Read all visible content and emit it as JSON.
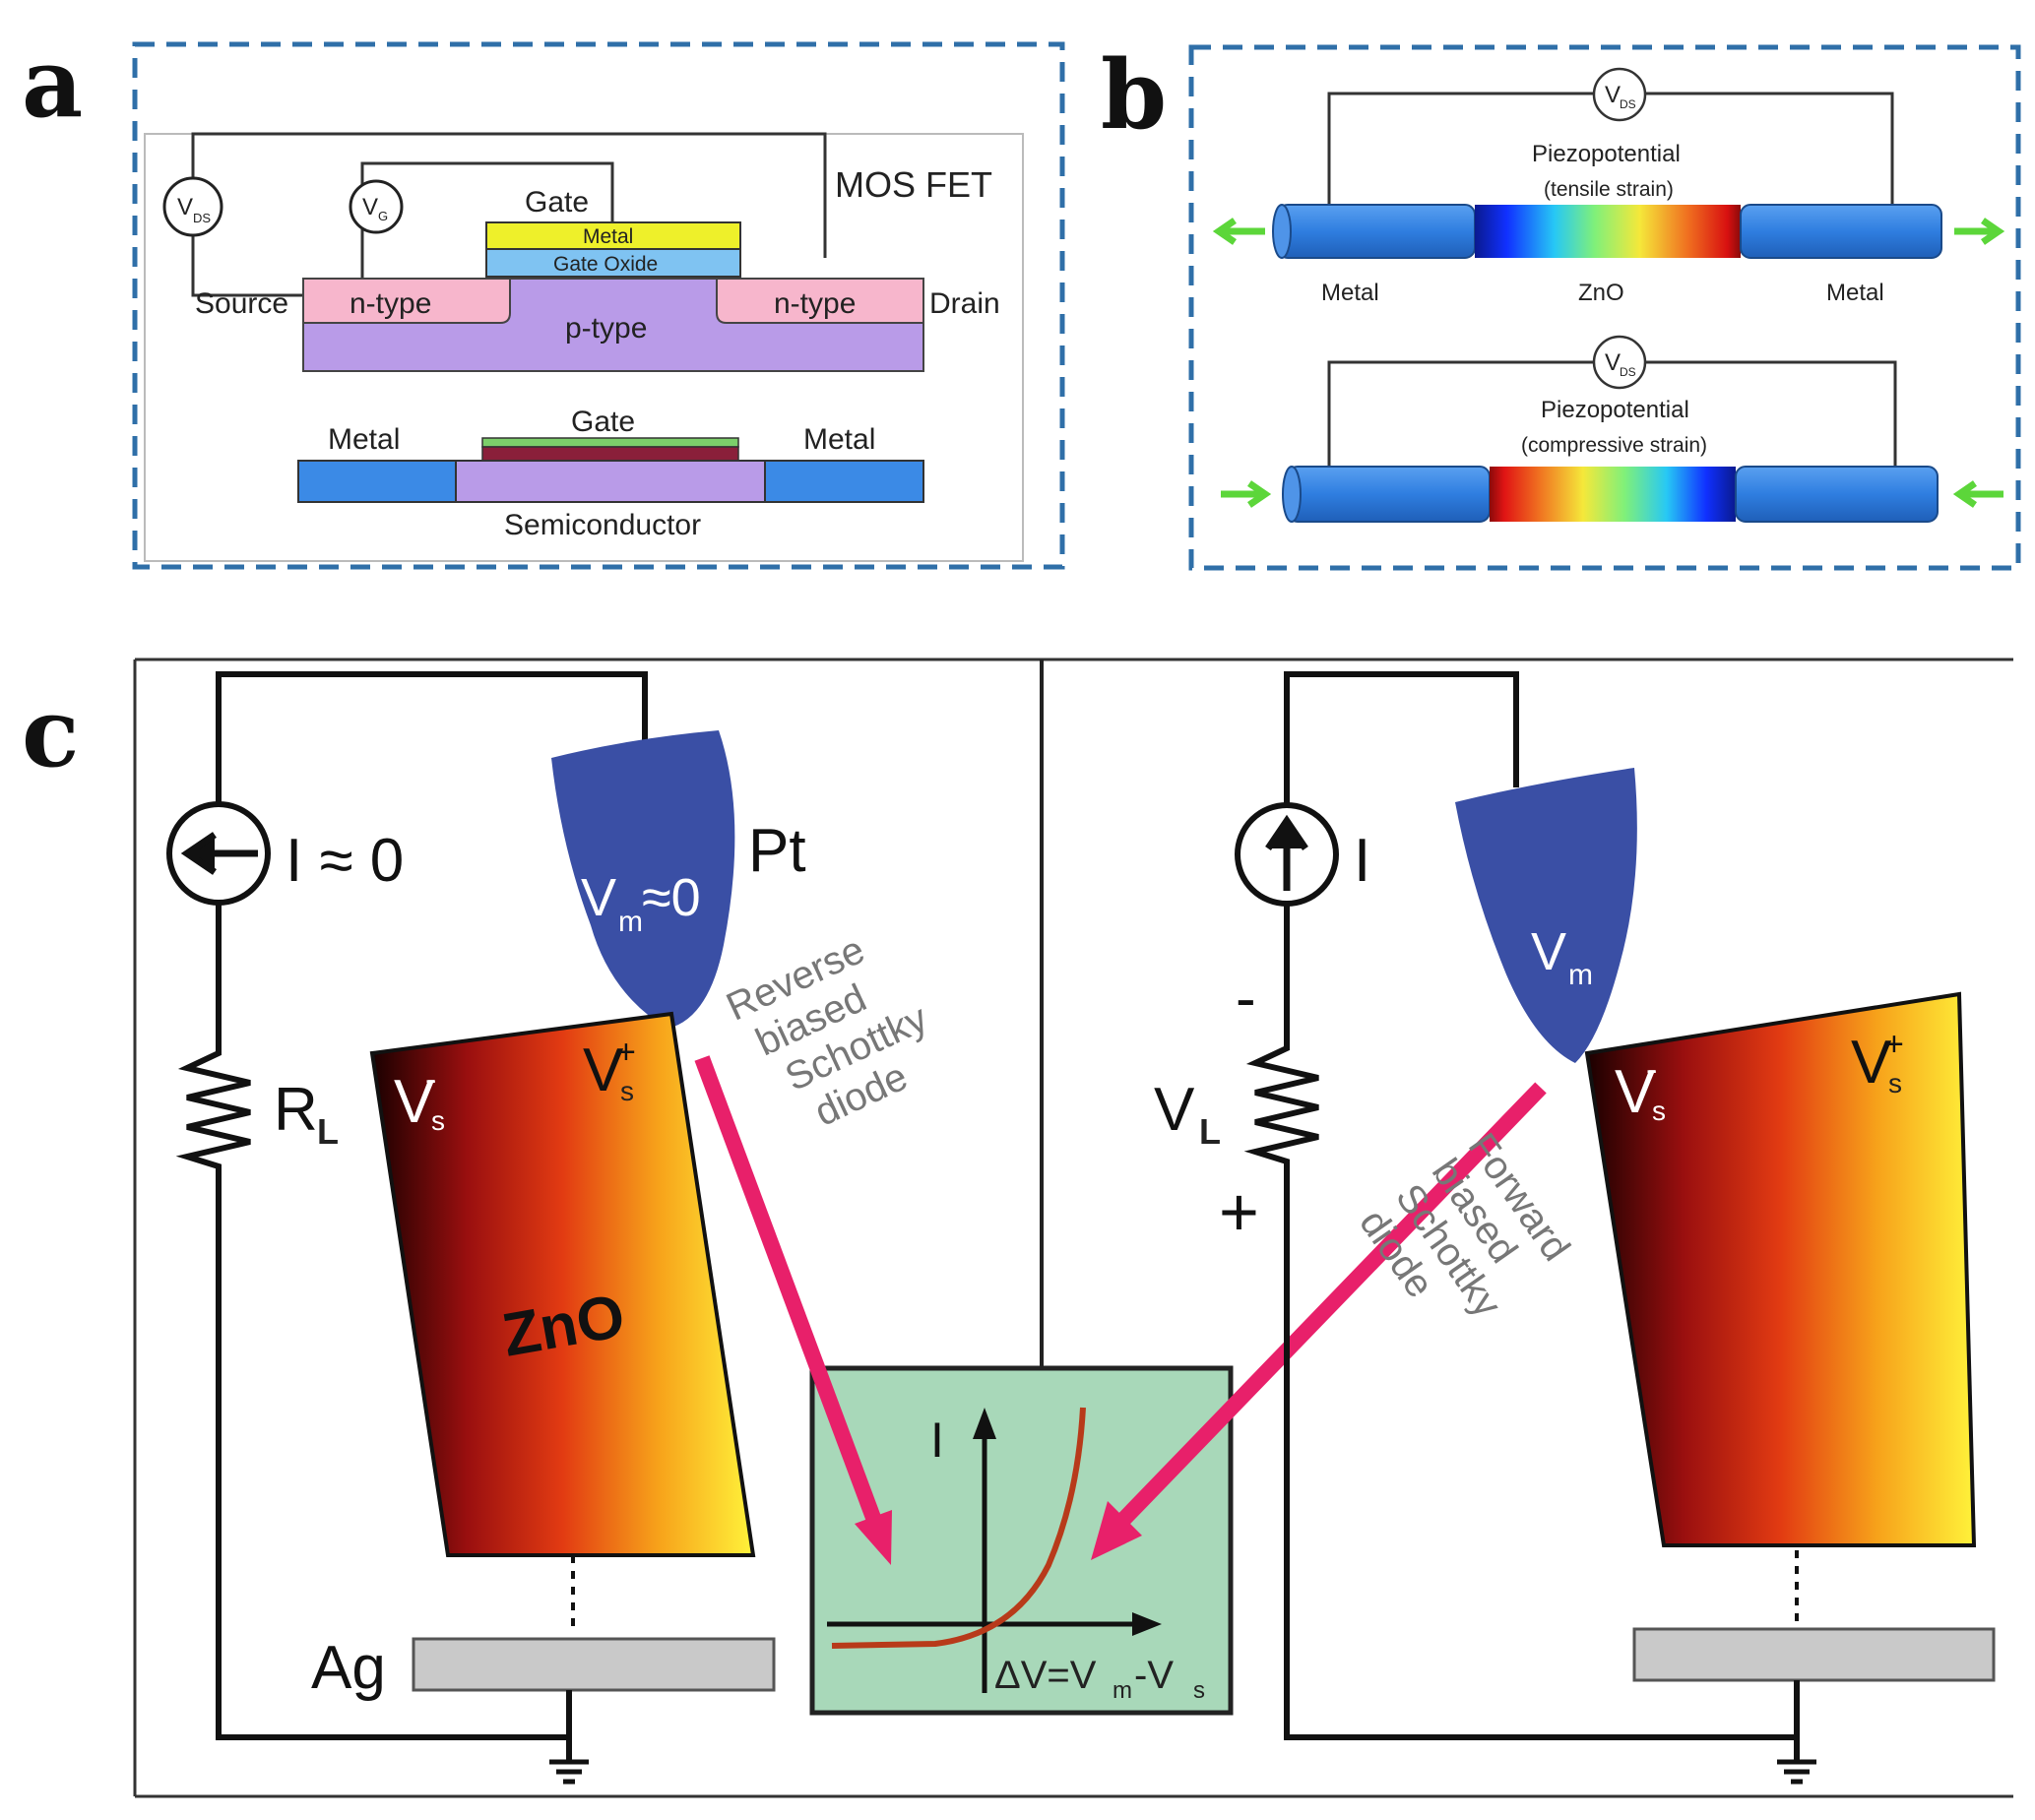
{
  "panel_a": {
    "letter": "a",
    "title": "MOS FET",
    "meter_vds": "V",
    "meter_vds_sub": "DS",
    "meter_vg": "V",
    "meter_vg_sub": "G",
    "gate": "Gate",
    "metal": "Metal",
    "gate_oxide": "Gate Oxide",
    "source": "Source",
    "drain": "Drain",
    "n_type_left": "n-type",
    "n_type_right": "n-type",
    "p_type": "p-type",
    "gate_lower": "Gate",
    "metal_left": "Metal",
    "metal_right": "Metal",
    "semiconductor": "Semiconductor"
  },
  "panel_b": {
    "letter": "b",
    "meter_top": "V",
    "meter_top_sub": "DS",
    "piezo_top": "Piezopotential",
    "strain_top": "(tensile strain)",
    "metal_left": "Metal",
    "zno": "ZnO",
    "metal_right": "Metal",
    "meter_bottom": "V",
    "meter_bottom_sub": "DS",
    "piezo_bottom": "Piezopotential",
    "strain_bottom": "(compressive strain)"
  },
  "panel_c": {
    "letter": "c",
    "current_left": "I ≈ 0",
    "resistor_left": "R",
    "resistor_left_sub": "L",
    "pt": "Pt",
    "vm_zero": "V",
    "vm_zero_sub": "m",
    "vm_zero_tail": "≈0",
    "vs_minus_left": "V",
    "vs_plus_left": "V",
    "vs_sub": "s",
    "zno": "ZnO",
    "ag": "Ag",
    "reverse_lines": [
      "Reverse",
      "biased",
      "Schottky",
      "diode"
    ],
    "current_right": "I",
    "minus": "-",
    "plus": "+",
    "vl": "V",
    "vl_sub": "L",
    "vm": "V",
    "vm_sub": "m",
    "vs_minus_right": "V",
    "vs_plus_right": "V",
    "forward_lines": [
      "Forward",
      "biased",
      "Schottky",
      "diode"
    ],
    "iv_axis_i": "I",
    "iv_axis_v": "ΔV=V",
    "iv_axis_v_sub_m": "m",
    "iv_axis_v_mid": "-V",
    "iv_axis_v_sub_s": "s"
  },
  "colors": {
    "dash_border": "#2f6fa8",
    "metal_blue": "#3b7fd6",
    "tip_blue": "#3a4fa5",
    "arrow_pink": "#e8206a",
    "iv_box": "#a8d8b9",
    "arrow_green": "#5cd63a",
    "n_type_pink": "#f7b6cc",
    "p_type_violet": "#b99be8",
    "gate_yellow": "#eef02a",
    "gate_oxide": "#7fc3f2"
  }
}
